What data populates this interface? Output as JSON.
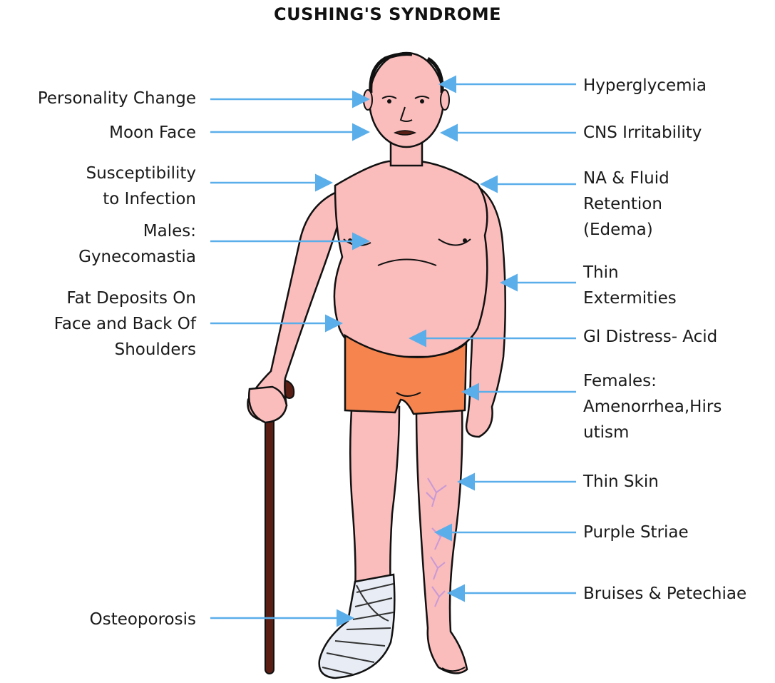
{
  "title": "CUSHING'S SYNDROME",
  "colors": {
    "skin": "#fbbcbc",
    "outline": "#111111",
    "shorts": "#f5844f",
    "cane": "#5a1e14",
    "arrow": "#5aaeea",
    "cast": "#e8edf5",
    "striae": "#c79ad6"
  },
  "labels_left": [
    {
      "id": "personality-change",
      "text": "Personality Change"
    },
    {
      "id": "moon-face",
      "text": "Moon Face"
    },
    {
      "id": "susceptibility-to-infection",
      "text": "Susceptibility\nto Infection"
    },
    {
      "id": "males-gynecomastia",
      "text": "Males:\nGynecomastia"
    },
    {
      "id": "fat-deposits",
      "text": "Fat Deposits On\nFace and Back Of\nShoulders"
    },
    {
      "id": "osteoporosis",
      "text": "Osteoporosis"
    }
  ],
  "labels_right": [
    {
      "id": "hyperglycemia",
      "text": "Hyperglycemia"
    },
    {
      "id": "cns-irritability",
      "text": "CNS Irritability"
    },
    {
      "id": "na-fluid-retention",
      "text": "NA & Fluid\nRetention\n(Edema)"
    },
    {
      "id": "thin-extermities",
      "text": "Thin\nExtermities"
    },
    {
      "id": "gi-distress",
      "text": "Gl Distress- Acid"
    },
    {
      "id": "females-amenorrhea",
      "text": "Females:\nAmenorrhea,Hirs\nutism"
    },
    {
      "id": "thin-skin",
      "text": "Thin Skin"
    },
    {
      "id": "purple-striae",
      "text": "Purple Striae"
    },
    {
      "id": "bruises-petechiae",
      "text": "Bruises & Petechiae"
    }
  ]
}
